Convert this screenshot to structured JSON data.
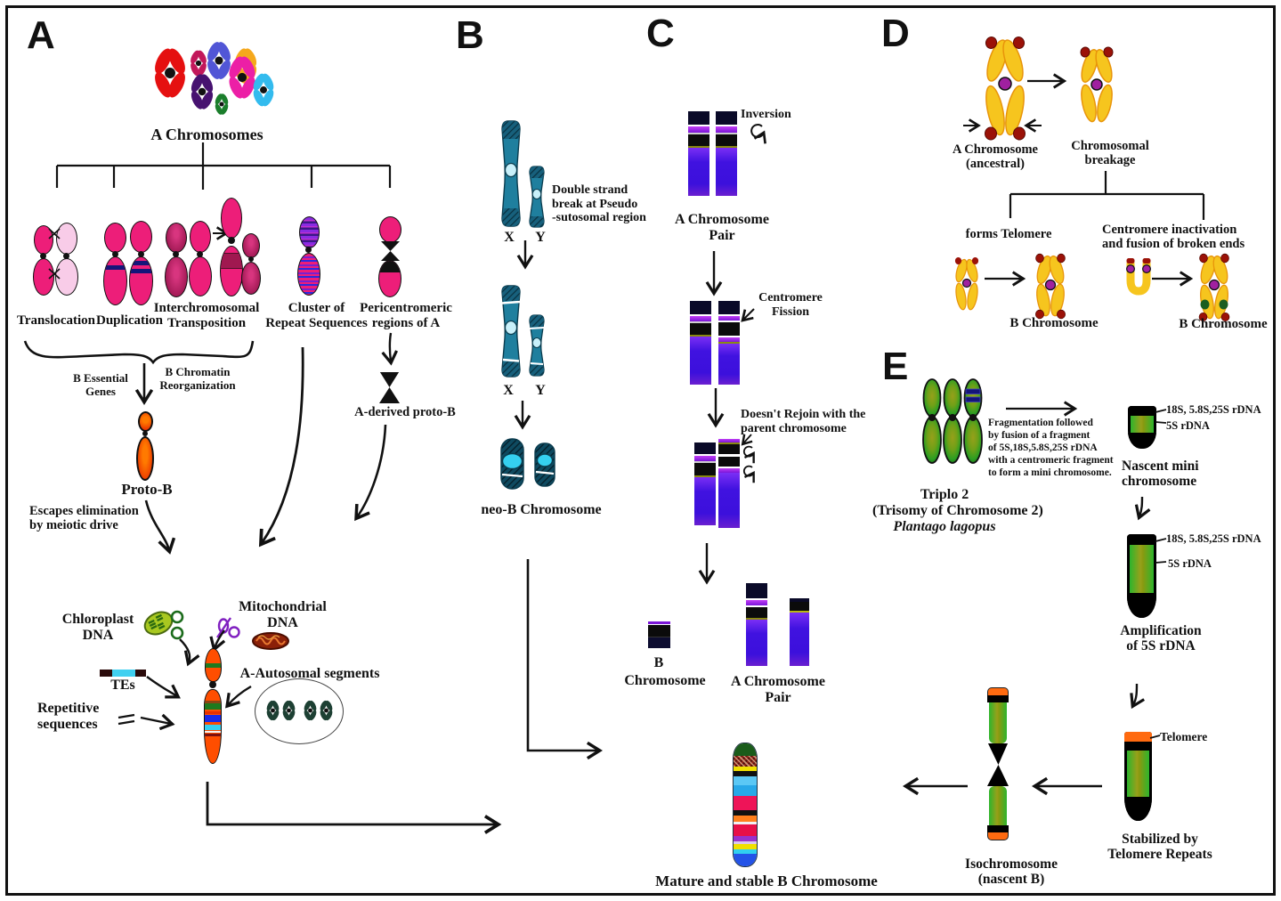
{
  "colors": {
    "pink": "#ED1E79",
    "light_pink": "#F8CCE8",
    "dark_magenta": "#C21060",
    "proto_orange": "#FF4E00",
    "teal": "#1F7F9E",
    "bar_navy": "#0A0A28",
    "bar_blue": "#3C10DC",
    "bar_magenta": "#A82BF0",
    "gold": "#F6C51E",
    "tip_red": "#9B1208",
    "centromere_purple": "#A020A0",
    "green": "#2D9E22",
    "telomere_orange": "#FF6A10",
    "cyan": "#35D0F0"
  },
  "panelA": {
    "letter": "A",
    "cluster_label": "A Chromosomes",
    "translocation": "Translocation",
    "duplication": "Duplication",
    "interchromosomal_1": "Interchromosomal",
    "interchromosomal_2": "Transposition",
    "cluster_1": "Cluster of",
    "cluster_2": "Repeat Sequences",
    "pericentromeric_1": "Pericentromeric",
    "pericentromeric_2": "regions of A",
    "b_essential_1": "B Essential",
    "b_essential_2": "Genes",
    "b_chromatin_1": "B Chromatin",
    "b_chromatin_2": "Reorganization",
    "proto_b": "Proto-B",
    "escapes_1": "Escapes elimination",
    "escapes_2": "by meiotic drive",
    "a_derived_proto_b": "A-derived proto-B",
    "chloroplast_1": "Chloroplast",
    "chloroplast_2": "DNA",
    "mitochondrial_1": "Mitochondrial",
    "mitochondrial_2": "DNA",
    "tes": "TEs",
    "repetitive_1": "Repetitive",
    "repetitive_2": "sequences",
    "autosomal": "A-Autosomal  segments"
  },
  "panelB": {
    "letter": "B",
    "dsb_1": "Double strand",
    "dsb_2": "break at Pseudo",
    "dsb_3": "-sutosomal region",
    "x_upper": "X",
    "y_upper": "Y",
    "x_lower": "X",
    "y_lower": "Y",
    "neo_b": "neo-B Chromosome"
  },
  "panelC": {
    "letter": "C",
    "inversion": "Inversion",
    "pair_top_1": "A  Chromosome",
    "pair_top_2": "Pair",
    "fission_1": "Centromere",
    "fission_2": "Fission",
    "rejoin_1": "Doesn't Rejoin with the",
    "rejoin_2": "parent chromosome",
    "b_1": "B",
    "b_2": "Chromosome",
    "pair_bottom_1": "A Chromosome",
    "pair_bottom_2": "Pair",
    "mature": "Mature and stable B Chromosome"
  },
  "panelD": {
    "letter": "D",
    "ancestral_1": "A Chromosome",
    "ancestral_2": "(ancestral)",
    "breakage_1": "Chromosomal",
    "breakage_2": "breakage",
    "forms_telomere": "forms Telomere",
    "inactivation_1": "Centromere inactivation",
    "inactivation_2": "and fusion of broken ends",
    "b_left": "B Chromosome",
    "b_right": "B Chromosome"
  },
  "panelE": {
    "letter": "E",
    "frag_1": "Fragmentation followed",
    "frag_2": "by fusion of a fragment",
    "frag_3": "of 5S,18S,5.8S,25S rDNA",
    "frag_4": "with a centromeric fragment",
    "frag_5": "to form a mini chromosome.",
    "triplo_1": "Triplo 2",
    "triplo_2": "(Trisomy of Chromosome 2)",
    "triplo_3": "Plantago lagopus",
    "rdna_18s_nascent": "18S, 5.8S,25S rDNA",
    "rdna_5s_nascent": "5S rDNA",
    "nascent_1": "Nascent mini",
    "nascent_2": "chromosome",
    "rdna_18s_amp": "18S, 5.8S,25S rDNA",
    "rdna_5s_amp": "5S rDNA",
    "amplification_1": "Amplification",
    "amplification_2": "of 5S rDNA",
    "telomere": "Telomere",
    "stabilized_1": "Stabilized by",
    "stabilized_2": "Telomere Repeats",
    "iso_1": "Isochromosome",
    "iso_2": "(nascent B)"
  }
}
